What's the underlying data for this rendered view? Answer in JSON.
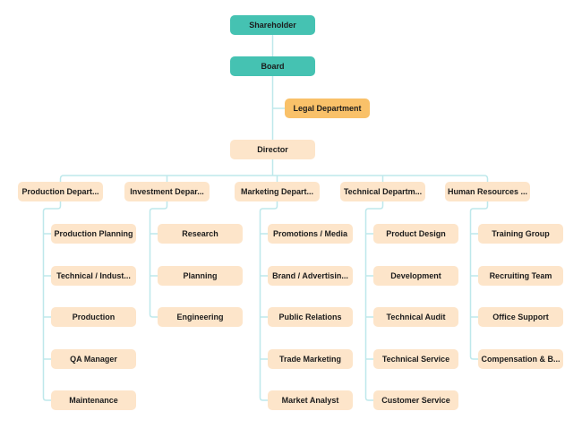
{
  "org_chart": {
    "shareholder": {
      "label": "Shareholder"
    },
    "board": {
      "label": "Board"
    },
    "legal": {
      "label": "Legal Department"
    },
    "director": {
      "label": "Director"
    },
    "departments": [
      {
        "label": "Production Depart...",
        "children": [
          "Production Planning",
          "Technical / Indust...",
          "Production",
          "QA Manager",
          "Maintenance"
        ]
      },
      {
        "label": "Investment Depar...",
        "children": [
          "Research",
          "Planning",
          "Engineering"
        ]
      },
      {
        "label": "Marketing Depart...",
        "children": [
          "Promotions / Media",
          "Brand / Advertisin...",
          "Public Relations",
          "Trade Marketing",
          "Market Analyst"
        ]
      },
      {
        "label": "Technical Departm...",
        "children": [
          "Product Design",
          "Development",
          "Technical Audit",
          "Technical Service",
          "Customer Service"
        ]
      },
      {
        "label": "Human Resources ...",
        "children": [
          "Training Group",
          "Recruiting Team",
          "Office Support",
          "Compensation & B..."
        ]
      }
    ],
    "colors": {
      "executive_node": "#45c2b2",
      "legal_node": "#f9c169",
      "default_node": "#fde5ca",
      "connector_line": "#bee8eb",
      "label_text": "#1c1c1c"
    }
  }
}
